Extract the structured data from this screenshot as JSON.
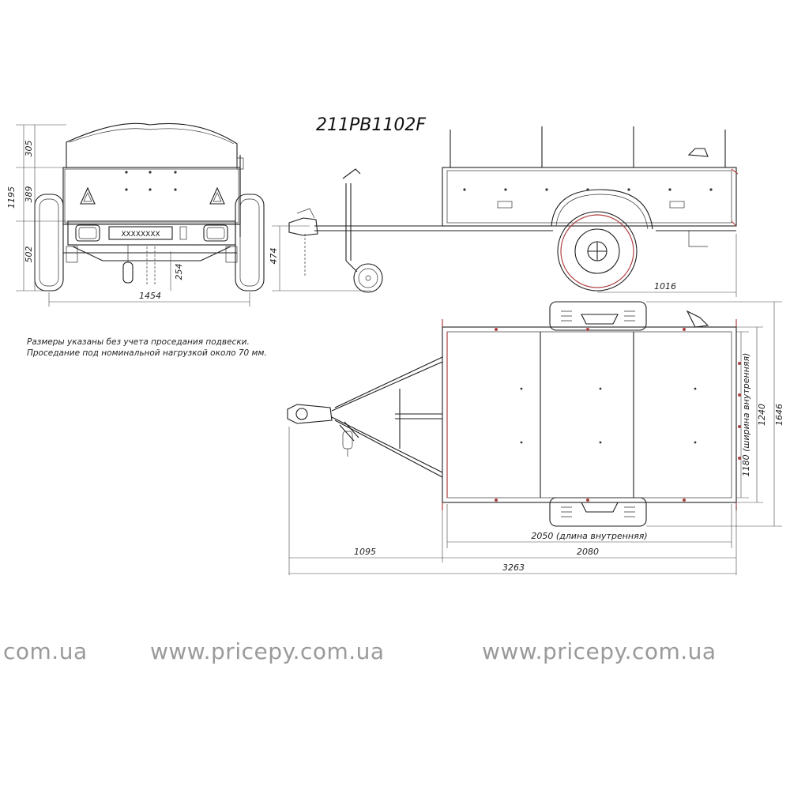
{
  "model": "211РВ1102F",
  "notes": [
    "Размеры указаны без учета проседания подвески.",
    "Проседание под номинальной нагрузкой около 70 мм."
  ],
  "plate_text": "XXXXXXXX",
  "dimensions": {
    "d305": "305",
    "d389": "389",
    "d1195": "1195",
    "d502": "502",
    "d1454": "1454",
    "d254": "254",
    "d474": "474",
    "d1016": "1016",
    "d1180": "1180 (ширина внутренняя)",
    "d1240": "1240",
    "d1646": "1646",
    "d2050": "2050 (длина внутренняя)",
    "d1095": "1095",
    "d2080": "2080",
    "d3263": "3263"
  },
  "watermarks": [
    "com.ua",
    "www.pricepy.com.ua",
    "www.pricepy.com.ua"
  ]
}
